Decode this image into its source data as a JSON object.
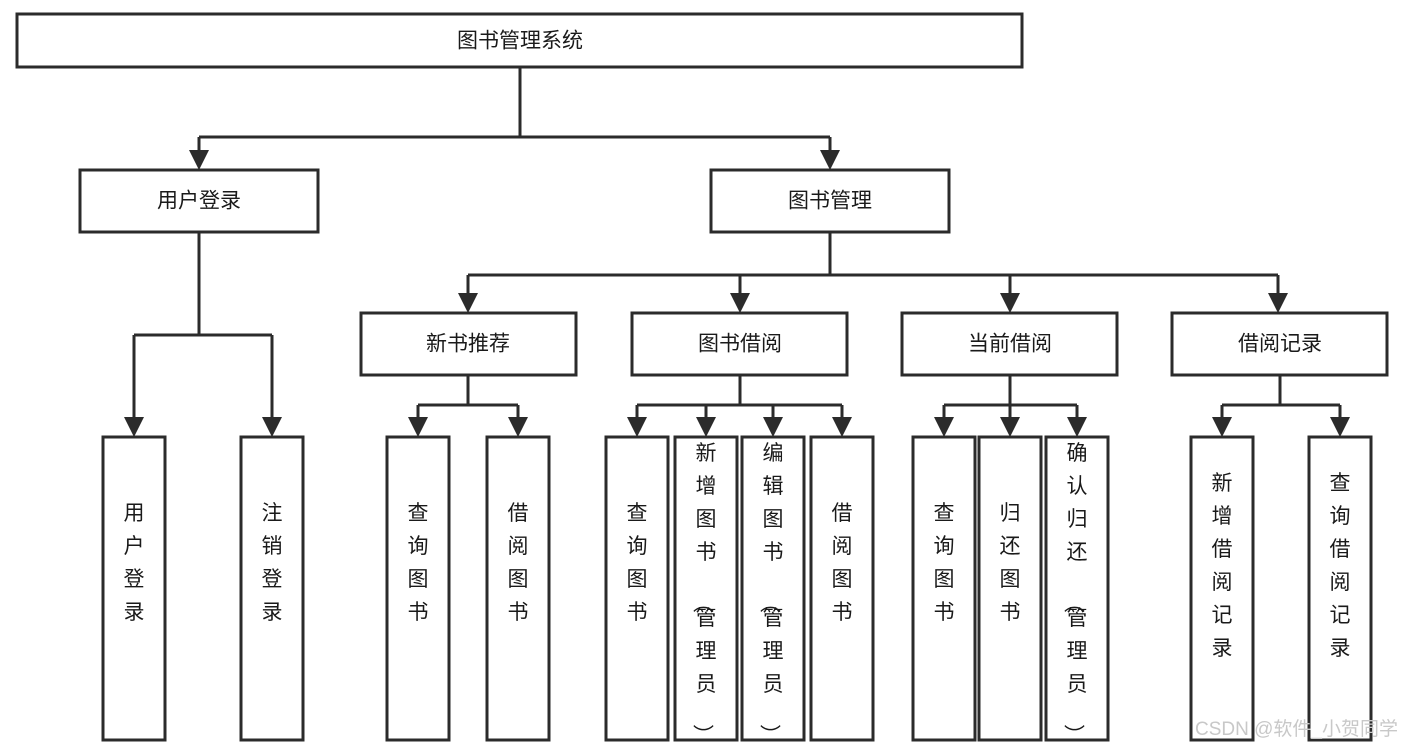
{
  "diagram": {
    "title": "图书管理系统",
    "type": "tree-hierarchy-chart",
    "orientation": "top-down",
    "colors": {
      "stroke": "#2b2b2b",
      "fill": "#ffffff",
      "text": "#1a1a1a",
      "watermark": "#c8c8c8",
      "background": "#ffffff"
    }
  },
  "root": {
    "label": "图书管理系统"
  },
  "level1": [
    {
      "label": "用户登录"
    },
    {
      "label": "图书管理"
    }
  ],
  "level2": [
    {
      "label": "新书推荐"
    },
    {
      "label": "图书借阅"
    },
    {
      "label": "当前借阅"
    },
    {
      "label": "借阅记录"
    }
  ],
  "leaves": {
    "user_login": [
      {
        "label": "用户登录"
      },
      {
        "label": "注销登录"
      }
    ],
    "new_book_recommend": [
      {
        "label": "查询图书"
      },
      {
        "label": "借阅图书"
      }
    ],
    "book_borrow": [
      {
        "label": "查询图书"
      },
      {
        "label": "新增图书（管理员）"
      },
      {
        "label": "编辑图书（管理员）"
      },
      {
        "label": "借阅图书"
      }
    ],
    "current_borrow": [
      {
        "label": "查询图书"
      },
      {
        "label": "归还图书"
      },
      {
        "label": "确认归还（管理员）"
      }
    ],
    "borrow_record": [
      {
        "label": "新增借阅记录"
      },
      {
        "label": "查询借阅记录"
      }
    ]
  },
  "watermark": {
    "text": "CSDN @软件_小贺同学"
  }
}
